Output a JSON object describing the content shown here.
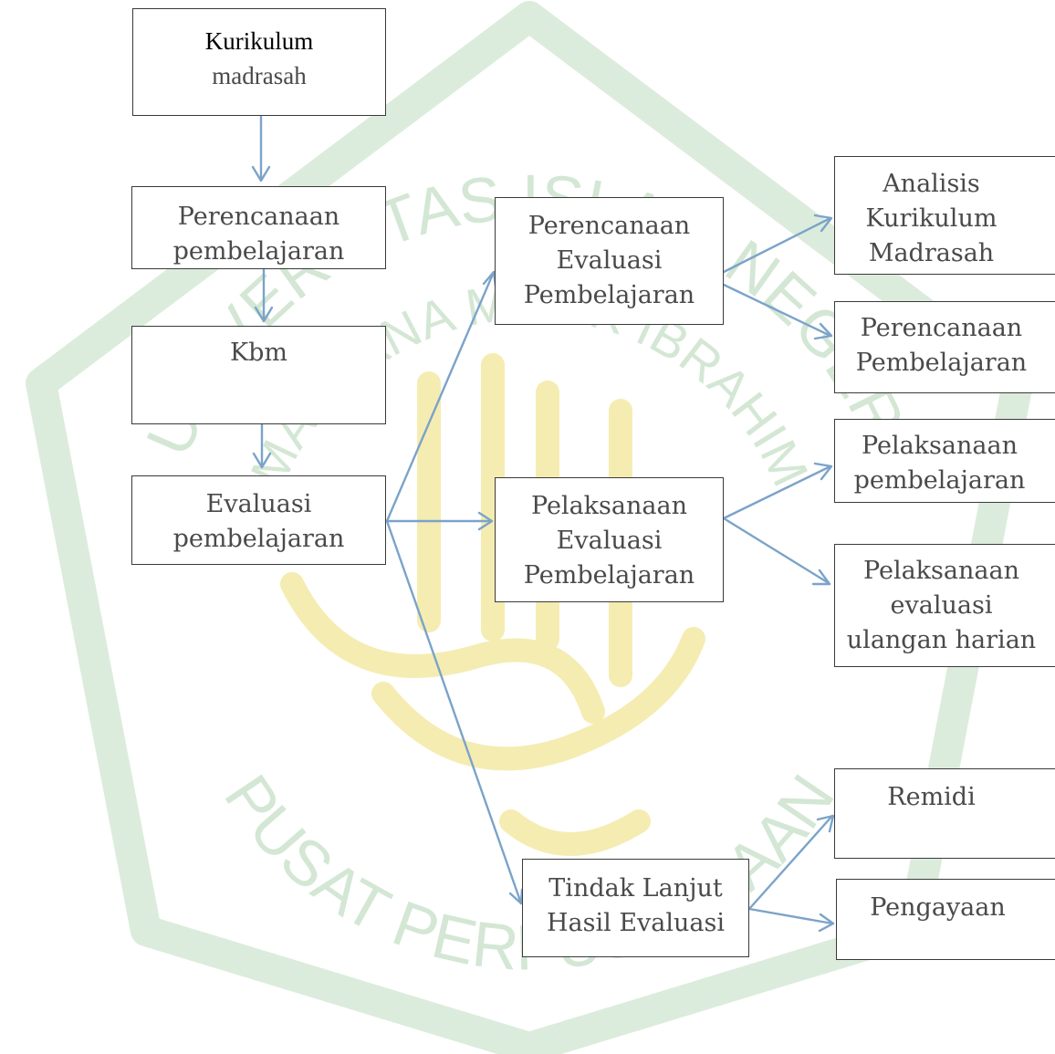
{
  "colors": {
    "arrow": "#7ba3c9",
    "box_border": "#3a3a3a",
    "text": "#4a4a4a",
    "watermark_green": "#cfe5d0",
    "watermark_gold": "#f5ecb2"
  },
  "nodes": {
    "kurikulum": {
      "line1": "Kurikulum",
      "line2": "madrasah"
    },
    "perencanaan_pembelajaran": {
      "line1": "Perencanaan",
      "line2": "pembelajaran"
    },
    "kbm": {
      "line1": "Kbm"
    },
    "evaluasi_pembelajaran": {
      "line1": "Evaluasi",
      "line2": "pembelajaran"
    },
    "perencanaan_evaluasi": {
      "line1": "Perencanaan",
      "line2": "Evaluasi",
      "line3": "Pembelajaran"
    },
    "pelaksanaan_evaluasi": {
      "line1": "Pelaksanaan",
      "line2": "Evaluasi",
      "line3": "Pembelajaran"
    },
    "tindak_lanjut": {
      "line1": "Tindak Lanjut",
      "line2": "Hasil Evaluasi"
    },
    "analisis_kurikulum": {
      "line1": "Analisis",
      "line2": "Kurikulum",
      "line3": "Madrasah"
    },
    "perencanaan_pembelajaran_2": {
      "line1": "Perencanaan",
      "line2": "Pembelajaran"
    },
    "pelaksanaan_pembelajaran": {
      "line1": "Pelaksanaan",
      "line2": "pembelajaran"
    },
    "pelaksanaan_evaluasi_ulangan": {
      "line1": "Pelaksanaan",
      "line2": "evaluasi",
      "line3": "ulangan harian"
    },
    "remidi": {
      "line1": "Remidi"
    },
    "pengayaan": {
      "line1": "Pengayaan"
    }
  },
  "watermark": {
    "arc_top": "UNIVERSITAS ISLAM NEGERI",
    "arc_inner": "MAULANA MALIK IBRAHIM",
    "arc_bottom": "PUSAT PERPUSTAKAAN"
  }
}
